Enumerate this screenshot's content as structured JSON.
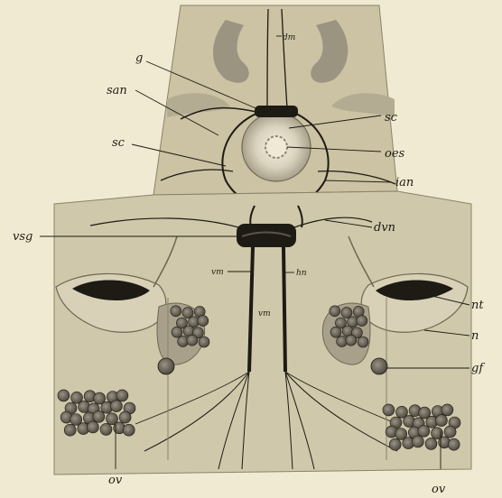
{
  "figure": {
    "labels": {
      "dm": "dm",
      "g": "g",
      "san": "san",
      "sc_right": "sc",
      "sc_left": "sc",
      "oes": "oes",
      "ian": "ian",
      "dvn": "dvn",
      "vsg": "vsg",
      "vm_upper": "vm",
      "hn": "hn",
      "vm_lower": "vm",
      "nt": "nt",
      "n": "n",
      "gf": "gf",
      "ov_left": "ov",
      "ov_right": "ov"
    },
    "colors": {
      "paper": "#f1ead2",
      "tissue": "#cfc7a8",
      "tissue_dark": "#8c8470",
      "ink": "#1e1a14",
      "ovum": "#6d675a"
    }
  }
}
